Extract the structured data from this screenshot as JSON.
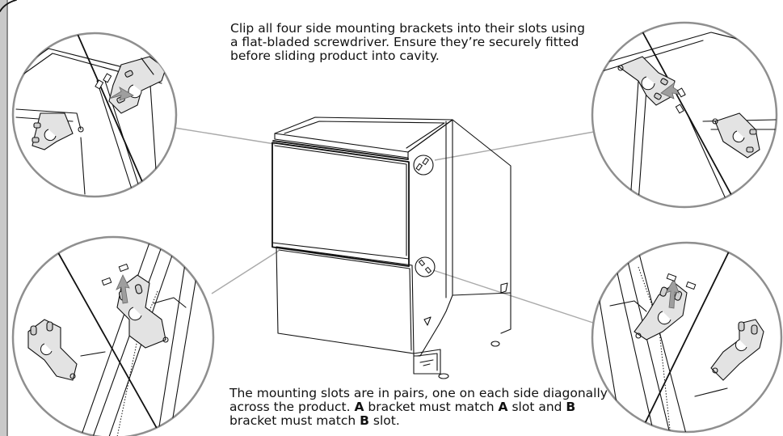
{
  "instructions": {
    "top_caption": "Clip all four side mounting brackets into their slots using a flat-bladed screwdriver. Ensure they’re securely fitted before sliding product into cavity.",
    "bottom_caption": {
      "part1": "The mounting slots are in pairs, one on each side diagonally across the product. ",
      "letter_a_1": "A",
      "part2": " bracket must match ",
      "letter_a_2": "A",
      "part3": " slot and ",
      "letter_b_1": "B",
      "part4": " bracket must match ",
      "letter_b_2": "B",
      "part5": " slot."
    }
  },
  "callouts": [
    {
      "name": "upper-left-bracket-detail",
      "icon": "bracket-clip-icon"
    },
    {
      "name": "upper-right-bracket-detail",
      "icon": "bracket-clip-icon"
    },
    {
      "name": "lower-left-bracket-detail",
      "icon": "bracket-clip-icon"
    },
    {
      "name": "lower-right-bracket-detail",
      "icon": "bracket-clip-icon"
    }
  ],
  "colors": {
    "line": "#111111",
    "callout_line": "#aaaaaa",
    "circle_border": "#8f8f8f",
    "arrow": "#9e9e9e",
    "frame_bar": "#c9c9c9"
  }
}
